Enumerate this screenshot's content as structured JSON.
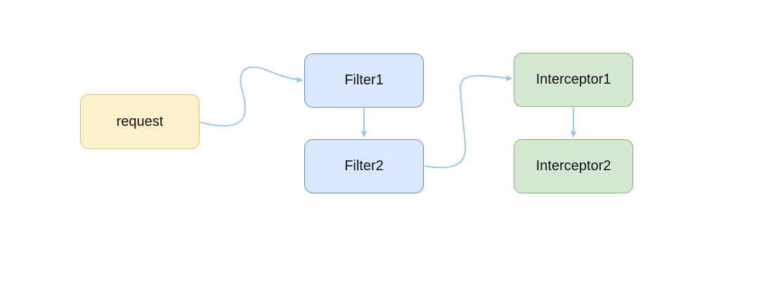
{
  "nodes": {
    "request": {
      "label": "request"
    },
    "filter1": {
      "label": "Filter1"
    },
    "filter2": {
      "label": "Filter2"
    },
    "interceptor1": {
      "label": "Interceptor1"
    },
    "interceptor2": {
      "label": "Interceptor2"
    }
  },
  "colors": {
    "request_fill": "#fdf0cc",
    "request_border": "#e6c26a",
    "filter_fill": "#dae8fc",
    "filter_border": "#6c8ebf",
    "interceptor_fill": "#d5e8d4",
    "interceptor_border": "#82b366",
    "arrow": "#9ec9e6"
  },
  "edges": [
    {
      "from": "request",
      "to": "Filter1"
    },
    {
      "from": "Filter1",
      "to": "Filter2"
    },
    {
      "from": "Filter2",
      "to": "Interceptor1"
    },
    {
      "from": "Interceptor1",
      "to": "Interceptor2"
    }
  ]
}
